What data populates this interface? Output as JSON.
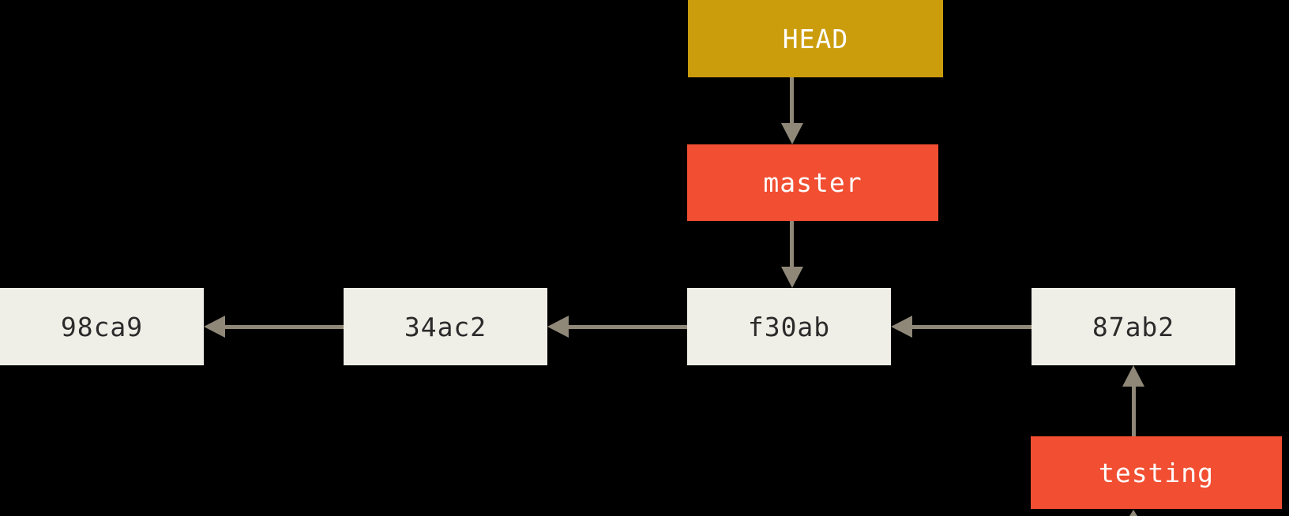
{
  "diagram": {
    "type": "git-branch-history",
    "nodes": {
      "head": {
        "label": "HEAD",
        "kind": "pointer",
        "color": "#cb9d0d",
        "text_color": "#ffffff"
      },
      "master": {
        "label": "master",
        "kind": "branch",
        "color": "#f14e32",
        "text_color": "#ffffff"
      },
      "testing": {
        "label": "testing",
        "kind": "branch",
        "color": "#f14e32",
        "text_color": "#ffffff"
      },
      "commits": [
        {
          "id": "98ca9"
        },
        {
          "id": "34ac2"
        },
        {
          "id": "f30ab"
        },
        {
          "id": "87ab2"
        }
      ]
    },
    "edges": [
      {
        "from": "HEAD",
        "to": "master",
        "direction": "down"
      },
      {
        "from": "master",
        "to": "f30ab",
        "direction": "down"
      },
      {
        "from": "34ac2",
        "to": "98ca9",
        "direction": "left"
      },
      {
        "from": "f30ab",
        "to": "34ac2",
        "direction": "left"
      },
      {
        "from": "87ab2",
        "to": "f30ab",
        "direction": "left"
      },
      {
        "from": "testing",
        "to": "87ab2",
        "direction": "up"
      },
      {
        "from": "offscreen-below",
        "to": "testing",
        "direction": "up",
        "note": "arrowhead tip cut off at bottom edge"
      }
    ],
    "colors": {
      "background": "#000000",
      "arrow": "#8f8878",
      "commit_box_fill": "#f0efe7",
      "commit_text": "#2b2b2b",
      "head_box_fill": "#cb9d0d",
      "branch_box_fill": "#f14e32",
      "label_text": "#ffffff"
    }
  }
}
